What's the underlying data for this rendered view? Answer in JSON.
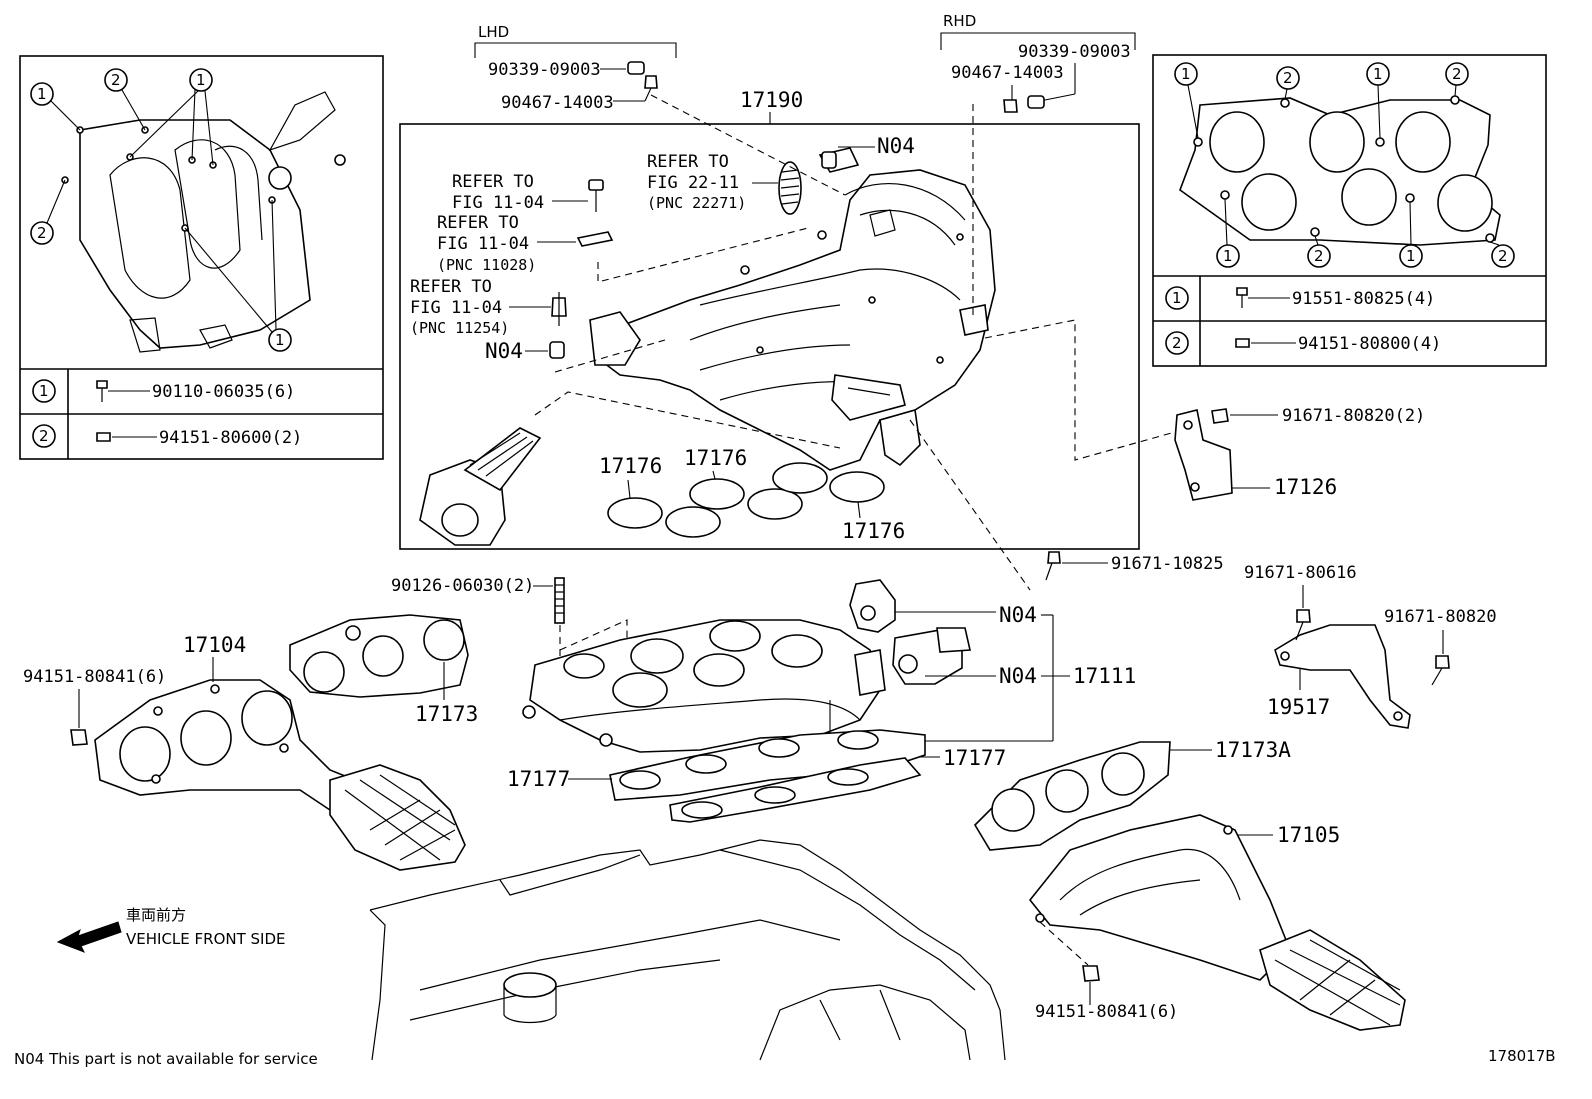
{
  "variants": {
    "lhd": "LHD",
    "rhd": "RHD"
  },
  "labels": {
    "p90339_lhd": "90339-09003",
    "p90467_lhd": "90467-14003",
    "p90467_rhd": "90467-14003",
    "p90339_rhd": "90339-09003",
    "p17190": "17190",
    "n04_top": "N04",
    "refer_22_line1": "REFER TO",
    "refer_22_line2": "FIG 22-11",
    "refer_22_pnc": "(PNC 22271)",
    "refer_a_line1": "REFER TO",
    "refer_a_line2": "FIG 11-04",
    "refer_b_line1": "REFER TO",
    "refer_b_line2": "FIG 11-04",
    "refer_b_pnc": "(PNC 11028)",
    "refer_c_line1": "REFER TO",
    "refer_c_line2": "FIG 11-04",
    "refer_c_pnc": "(PNC 11254)",
    "n04_left": "N04",
    "p17176_a": "17176",
    "p17176_b": "17176",
    "p17176_c": "17176",
    "p91671_80820_2": "91671-80820(2)",
    "p17126": "17126",
    "p91671_10825": "91671-10825",
    "p90126": "90126-06030(2)",
    "p17104": "17104",
    "p94151_left": "94151-80841(6)",
    "p17173": "17173",
    "n04_mid1": "N04",
    "n04_mid2": "N04",
    "p17111": "17111",
    "p17177_left": "17177",
    "p17177_right": "17177",
    "p91671_80616": "91671-80616",
    "p91671_80820": "91671-80820",
    "p19517": "19517",
    "p17173A": "17173A",
    "p17105": "17105",
    "p94151_right": "94151-80841(6)"
  },
  "left_inset": {
    "rows": [
      {
        "num": "1",
        "part": "90110-06035(6)"
      },
      {
        "num": "2",
        "part": "94151-80600(2)"
      }
    ],
    "callouts": [
      "1",
      "2",
      "1",
      "2",
      "1"
    ]
  },
  "right_inset": {
    "rows": [
      {
        "num": "1",
        "part": "91551-80825(4)"
      },
      {
        "num": "2",
        "part": "94151-80800(4)"
      }
    ],
    "callouts_top": [
      "1",
      "2",
      "1",
      "2"
    ],
    "callouts_bottom": [
      "1",
      "2",
      "1",
      "2"
    ]
  },
  "direction": {
    "jp": "車両前方",
    "en": "VEHICLE FRONT SIDE"
  },
  "footnote": "N04 This part is not available for service",
  "figure_id": "178017B"
}
